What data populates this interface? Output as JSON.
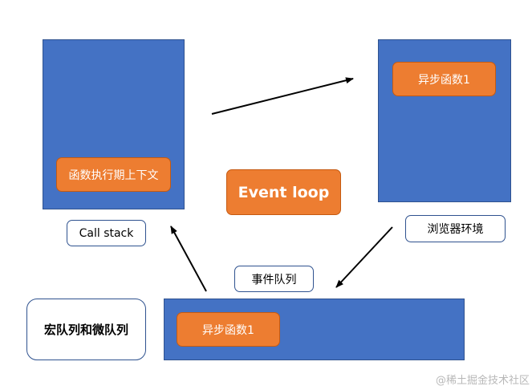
{
  "call_stack": {
    "context_label": "函数执行期上下文",
    "label": "Call stack"
  },
  "event_loop": {
    "label": "Event loop"
  },
  "browser_env": {
    "async_label": "异步函数1",
    "label": "浏览器环境"
  },
  "event_queue": {
    "label": "事件队列",
    "async_label": "异步函数1"
  },
  "macro_micro": {
    "label": "宏队列和微队列"
  },
  "watermark": {
    "text": "@稀土掘金技术社区"
  },
  "colors": {
    "blue": "#4472c4",
    "orange": "#ed7d31",
    "border": "#2f528f"
  }
}
